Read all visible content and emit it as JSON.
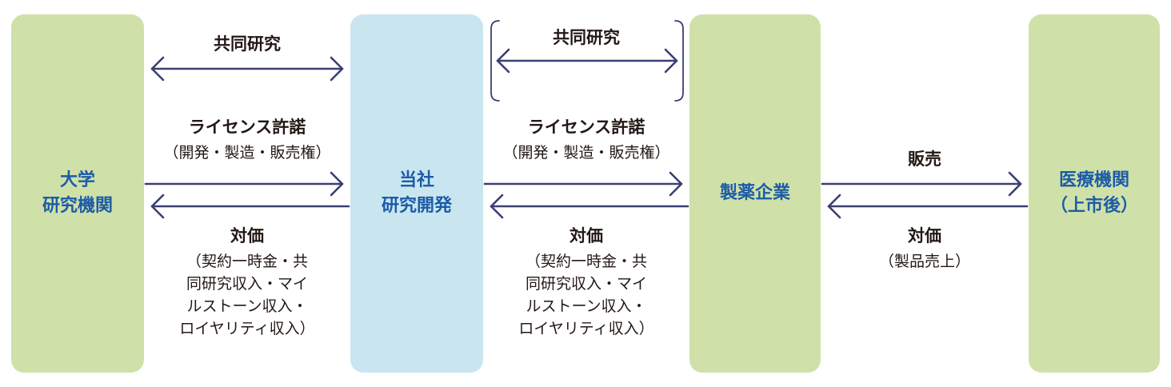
{
  "colors": {
    "green_box": "#cfe1a9",
    "blue_box": "#c9e6f0",
    "box_text": "#1c5ca8",
    "arrow": "#3a3f73",
    "label_text": "#231815"
  },
  "nodes": {
    "university": {
      "line1": "大学",
      "line2": "研究機関"
    },
    "company": {
      "line1": "当社",
      "line2": "研究開発"
    },
    "pharma": {
      "line1": "製薬企業"
    },
    "medical": {
      "line1": "医療機関",
      "line2": "（上市後）"
    }
  },
  "edges": {
    "left_joint": "共同研究",
    "left_license": "ライセンス許諾",
    "left_license_sub": "（開発・製造・販売権）",
    "left_consideration": "対価",
    "left_consideration_sub1": "（契約一時金・共",
    "left_consideration_sub2": "同研究収入・マイ",
    "left_consideration_sub3": "ルストーン収入・",
    "left_consideration_sub4": "ロイヤリティ収入）",
    "mid_joint": "共同研究",
    "mid_license": "ライセンス許諾",
    "mid_license_sub": "（開発・製造・販売権）",
    "mid_consideration": "対価",
    "mid_consideration_sub1": "（契約一時金・共",
    "mid_consideration_sub2": "同研究収入・マイ",
    "mid_consideration_sub3": "ルストーン収入・",
    "mid_consideration_sub4": "ロイヤリティ収入）",
    "right_sales": "販売",
    "right_consideration": "対価",
    "right_consideration_sub": "（製品売上）"
  }
}
